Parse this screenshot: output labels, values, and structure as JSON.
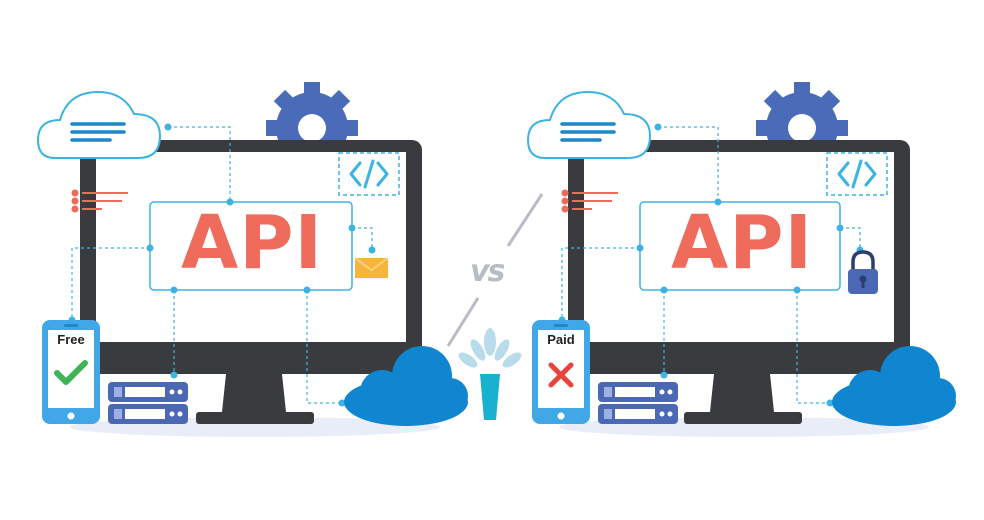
{
  "comparison": {
    "left": {
      "api_label": "API",
      "phone_label": "Free",
      "status_icon": "check-icon",
      "attachment_icon": "envelope-icon"
    },
    "right": {
      "api_label": "API",
      "phone_label": "Paid",
      "status_icon": "cross-icon",
      "attachment_icon": "padlock-icon"
    },
    "versus_label": "vs"
  },
  "colors": {
    "api_text": "#ef6b5b",
    "monitor_frame": "#3a3b3e",
    "connector": "#3db3e3",
    "cloud_solid": "#0f86cf",
    "server": "#4b68b5",
    "gear": "#4a6cb8",
    "check": "#3fb456",
    "cross": "#e6443c"
  }
}
